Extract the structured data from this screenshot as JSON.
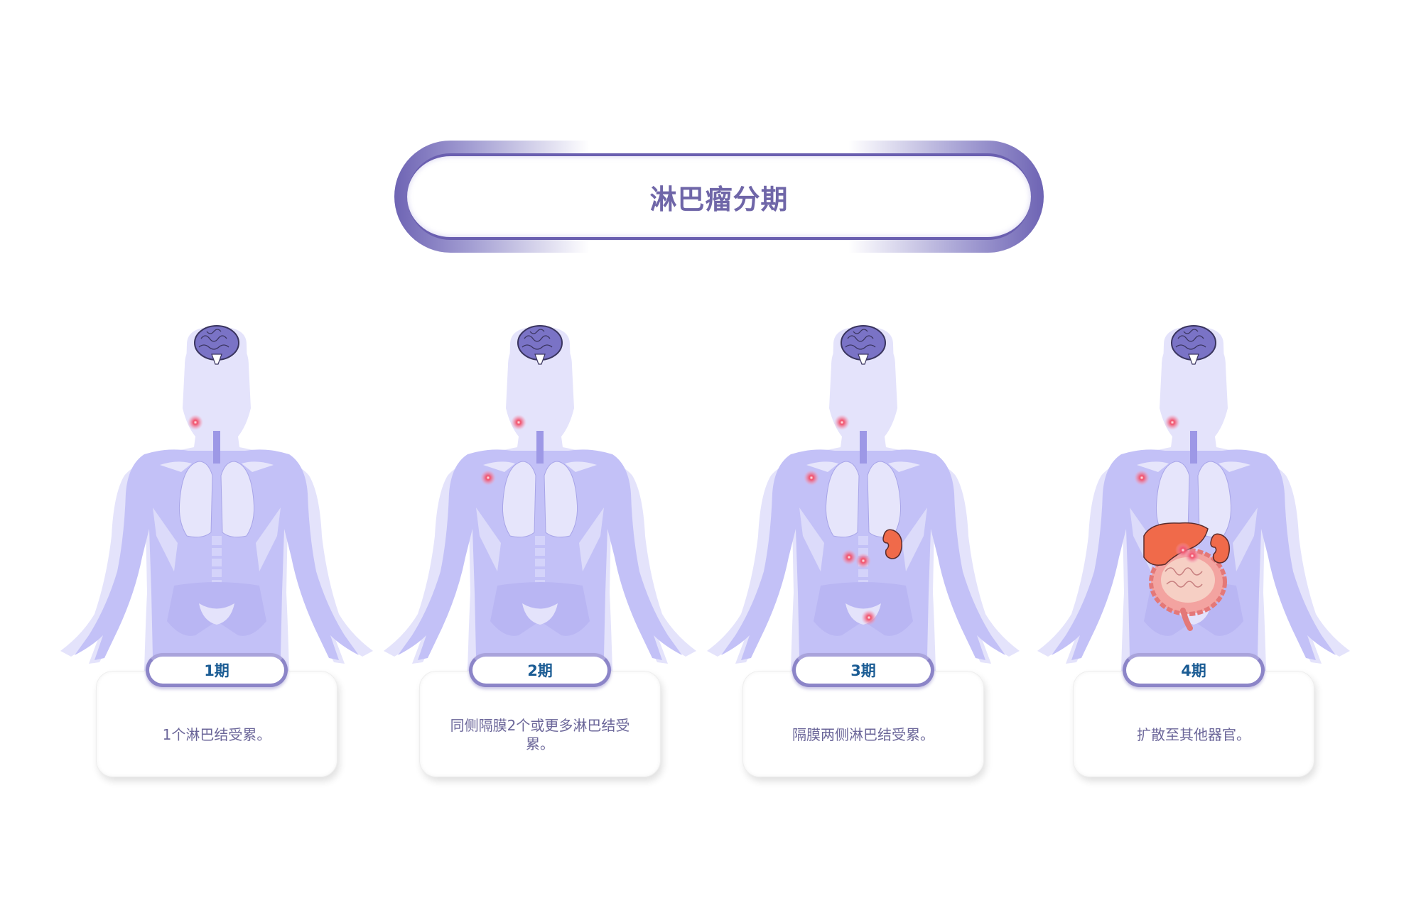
{
  "title": "淋巴瘤分期",
  "colors": {
    "title_text": "#6f66a8",
    "pill_border": "#6a5fb0",
    "body_fill": "#c3c1f7",
    "body_outline": "#e3e2fb",
    "stage_label": "#1b5c94",
    "card_text": "#6b6699",
    "lymph_node": "#e8435a",
    "organ": "#f06a4a"
  },
  "stages": [
    {
      "label": "1期",
      "description": "1个淋巴结受累。",
      "lymph_nodes": [
        "neck-left"
      ],
      "organs": []
    },
    {
      "label": "2期",
      "description": "同侧隔膜2个或更多淋巴结受累。",
      "lymph_nodes": [
        "neck-left",
        "armpit-left"
      ],
      "organs": []
    },
    {
      "label": "3期",
      "description": "隔膜两侧淋巴结受累。",
      "lymph_nodes": [
        "neck-left",
        "armpit-left",
        "abdomen-1",
        "abdomen-2",
        "pelvis"
      ],
      "organs": [
        "kidney"
      ]
    },
    {
      "label": "4期",
      "description": "扩散至其他器官。",
      "lymph_nodes": [
        "neck-left",
        "armpit-left",
        "abdomen-1",
        "abdomen-2"
      ],
      "organs": [
        "liver",
        "kidney",
        "intestines"
      ]
    }
  ]
}
